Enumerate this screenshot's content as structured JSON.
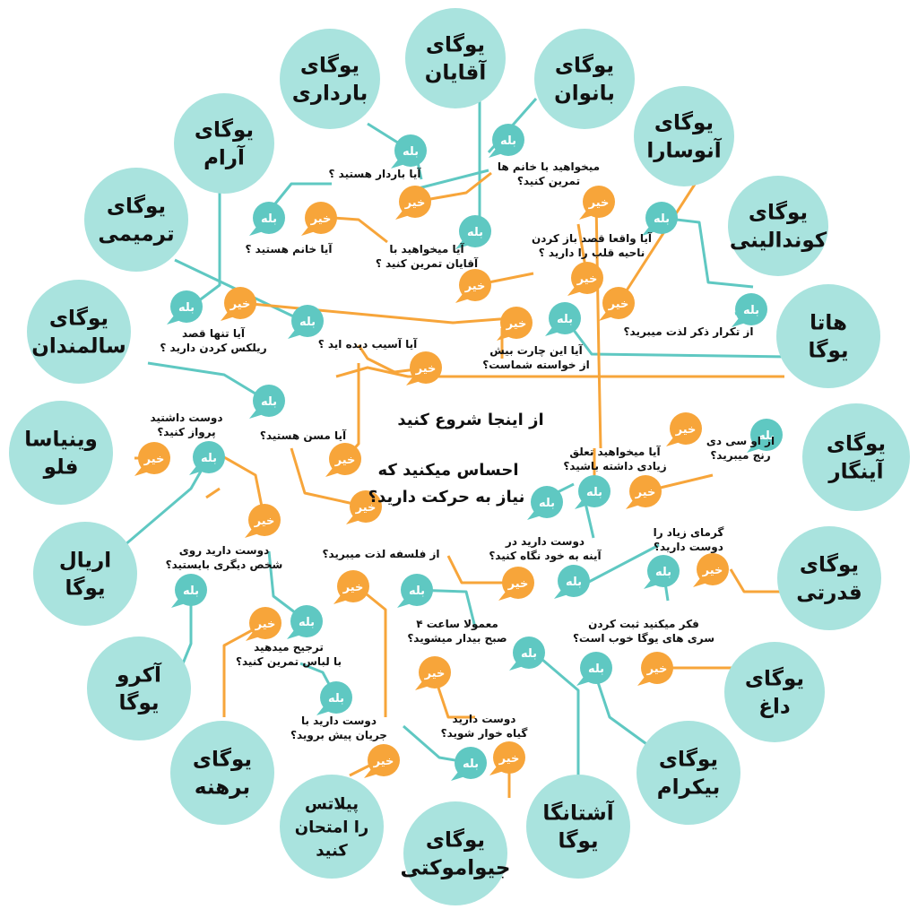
{
  "colors": {
    "teal": "#5fc8c2",
    "teal_light": "#a9e3de",
    "orange": "#f7a53a",
    "text": "#111111",
    "background": "#ffffff"
  },
  "start": {
    "line1": "از اینجا شروع کنید",
    "line2": "احساس میکنید که",
    "line3": "نیاز به حرکت دارید؟"
  },
  "labels": {
    "yes": "بله",
    "no": "خیر"
  },
  "results": [
    {
      "id": "r_barvari",
      "lines": [
        "یوگای",
        "بارداری"
      ]
    },
    {
      "id": "r_aghayan",
      "lines": [
        "یوگای",
        "آقایان"
      ]
    },
    {
      "id": "r_banovan",
      "lines": [
        "یوگای",
        "بانوان"
      ]
    },
    {
      "id": "r_anusara",
      "lines": [
        "یوگای",
        "آنوسارا"
      ]
    },
    {
      "id": "r_kundalini",
      "lines": [
        "یوگای",
        "کوندالینی"
      ]
    },
    {
      "id": "r_hatha",
      "lines": [
        "هاتا",
        "یوگا"
      ]
    },
    {
      "id": "r_iyengar",
      "lines": [
        "یوگای",
        "آینگار"
      ]
    },
    {
      "id": "r_ghodrati",
      "lines": [
        "یوگای",
        "قدرتی"
      ]
    },
    {
      "id": "r_dagh",
      "lines": [
        "یوگای",
        "داغ"
      ]
    },
    {
      "id": "r_bikram",
      "lines": [
        "یوگای",
        "بیکرام"
      ]
    },
    {
      "id": "r_ashtanga",
      "lines": [
        "آشتانگا",
        "یوگا"
      ]
    },
    {
      "id": "r_jivamukti",
      "lines": [
        "یوگای",
        "جیواموکتی"
      ]
    },
    {
      "id": "r_pilates",
      "lines": [
        "پیلاتس",
        "را امتحان",
        "کنید"
      ]
    },
    {
      "id": "r_barahne",
      "lines": [
        "یوگای",
        "برهنه"
      ]
    },
    {
      "id": "r_acro",
      "lines": [
        "آکرو",
        "یوگا"
      ]
    },
    {
      "id": "r_aerial",
      "lines": [
        "اریال",
        "یوگا"
      ]
    },
    {
      "id": "r_vinyasa",
      "lines": [
        "وینیاسا",
        "فلو"
      ]
    },
    {
      "id": "r_salmandan",
      "lines": [
        "یوگای",
        "سالمندان"
      ]
    },
    {
      "id": "r_tarmimi",
      "lines": [
        "یوگای",
        "ترمیمی"
      ]
    },
    {
      "id": "r_aram",
      "lines": [
        "یوگای",
        "آرام"
      ]
    }
  ],
  "questions": [
    {
      "id": "q_pregnant",
      "lines": [
        "آیا باردار هستید ؟"
      ]
    },
    {
      "id": "q_women",
      "lines": [
        "میخواهید با خانم ها",
        "تمرین کنید؟"
      ]
    },
    {
      "id": "q_female",
      "lines": [
        "آیا خانم هستید ؟"
      ]
    },
    {
      "id": "q_men",
      "lines": [
        "آیا میخواهید با",
        "آقایان تمرین کنید ؟"
      ]
    },
    {
      "id": "q_heart",
      "lines": [
        "آیا واقعا قصد باز کردن",
        "ناحیه قلب را دارید ؟"
      ]
    },
    {
      "id": "q_chant",
      "lines": [
        "از تکرار ذکر لذت میبرید؟"
      ]
    },
    {
      "id": "q_relax",
      "lines": [
        "آیا تنها قصد",
        "ریلکس کردن دارید ؟"
      ]
    },
    {
      "id": "q_injured",
      "lines": [
        "آیا آسیب دیده اید ؟"
      ]
    },
    {
      "id": "q_chart",
      "lines": [
        "آیا این چارت بیش",
        "از خواسته شماست؟"
      ]
    },
    {
      "id": "q_fly",
      "lines": [
        "دوست داشتید",
        "پرواز کنید؟"
      ]
    },
    {
      "id": "q_old",
      "lines": [
        "آیا مسن هستید؟"
      ]
    },
    {
      "id": "q_belong",
      "lines": [
        "آیا میخواهید تعلق",
        "زیادی داشته باشید؟"
      ]
    },
    {
      "id": "q_rdc",
      "lines": [
        "از او سی دی",
        "رنج میبرید؟"
      ]
    },
    {
      "id": "q_heat",
      "lines": [
        "گرمای زیاد را",
        "دوست دارید؟"
      ]
    },
    {
      "id": "q_stand",
      "lines": [
        "دوست دارید روی",
        "شخص دیگری بایستید؟"
      ]
    },
    {
      "id": "q_philosophy",
      "lines": [
        "از فلسفه لذت میبرید؟"
      ]
    },
    {
      "id": "q_mirror",
      "lines": [
        "دوست دارید در",
        "آینه به خود نگاه کنید؟"
      ]
    },
    {
      "id": "q_fixed",
      "lines": [
        "فکر میکنید ثبت کردن",
        "سری های یوگا خوب است؟"
      ]
    },
    {
      "id": "q_early",
      "lines": [
        "معمولا ساعت ۴",
        "صبح بیدار میشوید؟"
      ]
    },
    {
      "id": "q_clothes",
      "lines": [
        "ترجیح میدهید",
        "با لباس تمرین کنید؟"
      ]
    },
    {
      "id": "q_trend",
      "lines": [
        "دوست دارید با",
        "جریان پیش بروید؟"
      ]
    },
    {
      "id": "q_vegan",
      "lines": [
        "دوست دارید",
        "گیاه خوار شوید؟"
      ]
    }
  ]
}
